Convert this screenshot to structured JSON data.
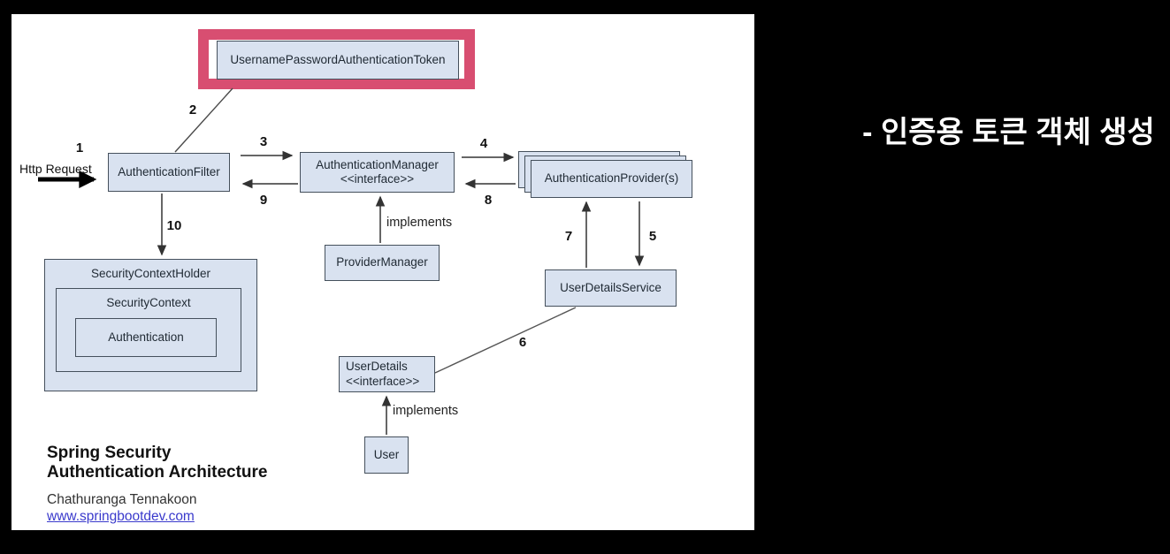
{
  "note": "- 인증용 토큰 객체 생성",
  "colors": {
    "background": "#000000",
    "panel": "#ffffff",
    "box_fill": "#d9e2f0",
    "box_border": "#45505c",
    "highlight": "#d84e71",
    "link": "#3a3acc"
  },
  "diagram": {
    "http_request_label": "Http Request",
    "boxes": {
      "token": "UsernamePasswordAuthenticationToken",
      "authentication_filter": "AuthenticationFilter",
      "authentication_manager": "AuthenticationManager",
      "authentication_manager_stereotype": "<<interface>>",
      "authentication_provider": "AuthenticationProvider(s)",
      "provider_manager": "ProviderManager",
      "security_context_holder": "SecurityContextHolder",
      "security_context": "SecurityContext",
      "authentication": "Authentication",
      "user_details_service": "UserDetailsService",
      "user_details": "UserDetails",
      "user_details_stereotype": "<<interface>>",
      "user": "User"
    },
    "steps": {
      "s1": "1",
      "s2": "2",
      "s3": "3",
      "s4": "4",
      "s5": "5",
      "s6": "6",
      "s7": "7",
      "s8": "8",
      "s9": "9",
      "s10": "10"
    },
    "implements_manager": "implements",
    "implements_userdetails": "implements"
  },
  "footer": {
    "title_line1": "Spring Security",
    "title_line2": "Authentication Architecture",
    "author": "Chathuranga Tennakoon",
    "website": "www.springbootdev.com"
  }
}
